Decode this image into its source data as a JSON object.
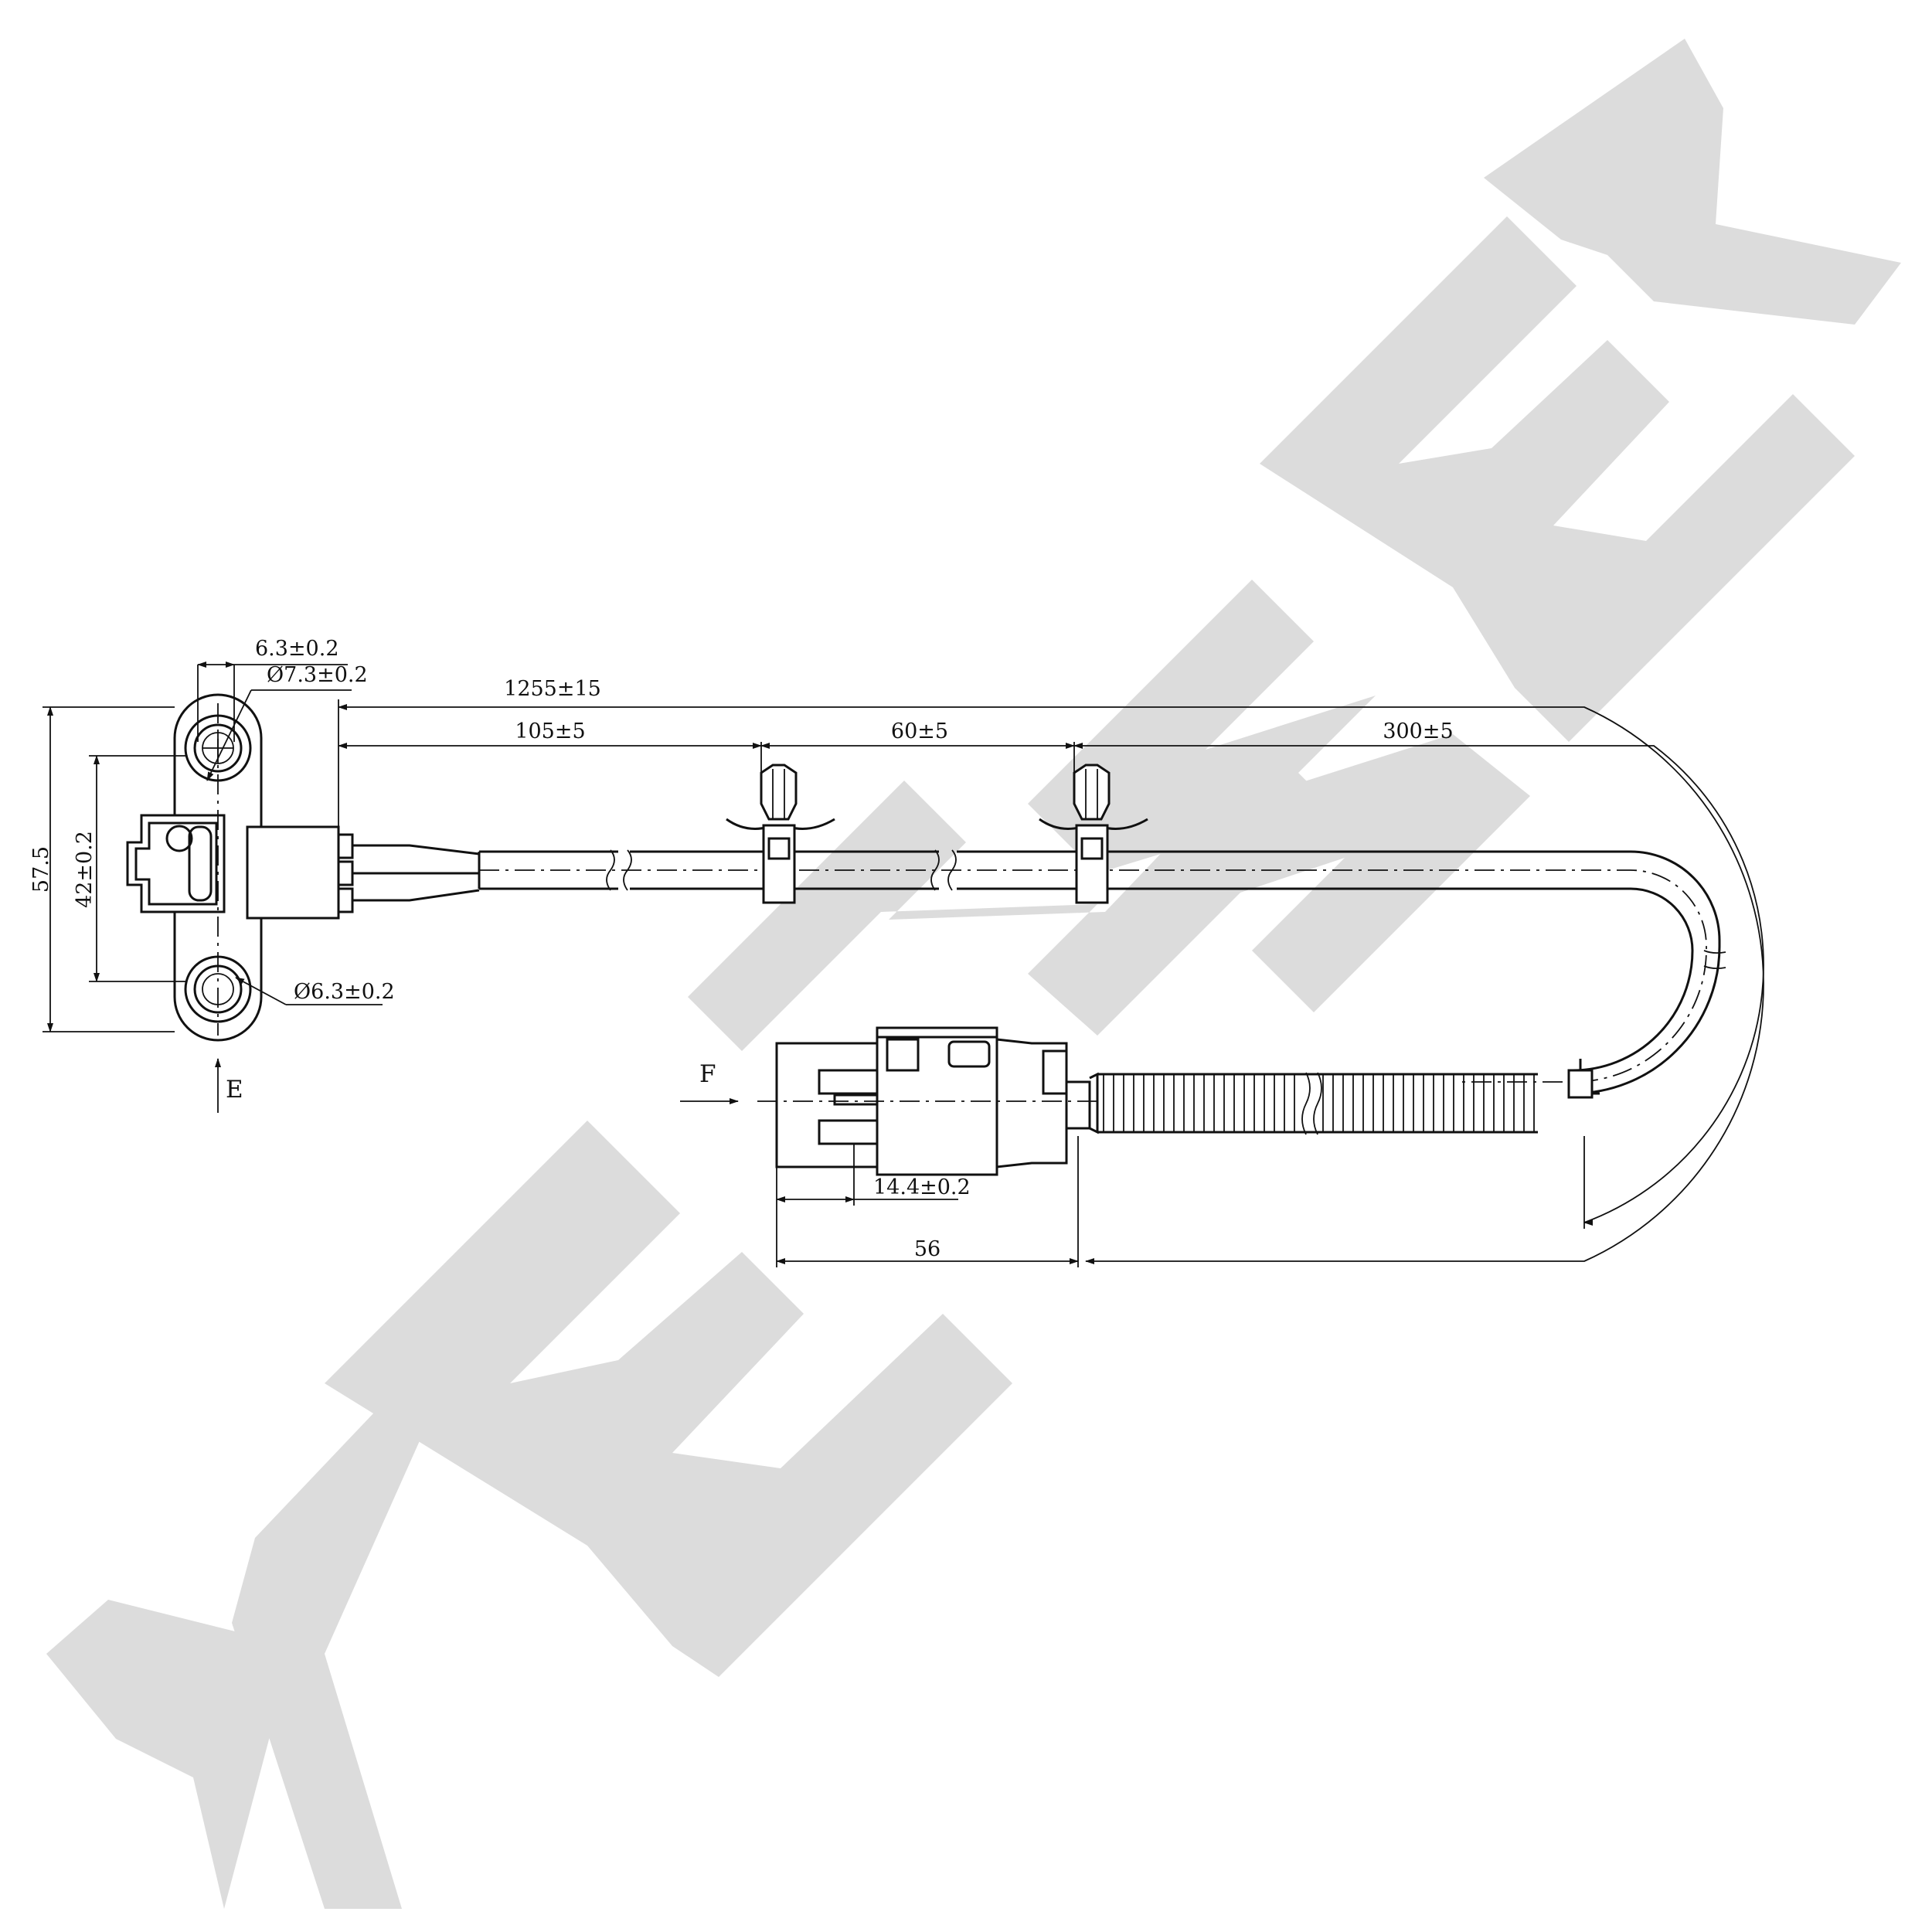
{
  "watermark": {
    "text": "ZENWEK",
    "color": "#dcdcdc"
  },
  "dimensions": {
    "hole_spacing_small": "6.3±0.2",
    "hole_diameter_top": "Ø7.3±0.2",
    "hole_diameter_bottom": "Ø6.3±0.2",
    "flange_height": "57.5",
    "hole_pitch": "42±0.2",
    "total_length": "1255±15",
    "clip1_position": "105±5",
    "clip_spacing": "60±5",
    "sleeve_length": "300±5",
    "connector_offset": "14.4±0.2",
    "connector_length": "56"
  },
  "views": {
    "sensor_view": "E",
    "connector_view": "F"
  }
}
